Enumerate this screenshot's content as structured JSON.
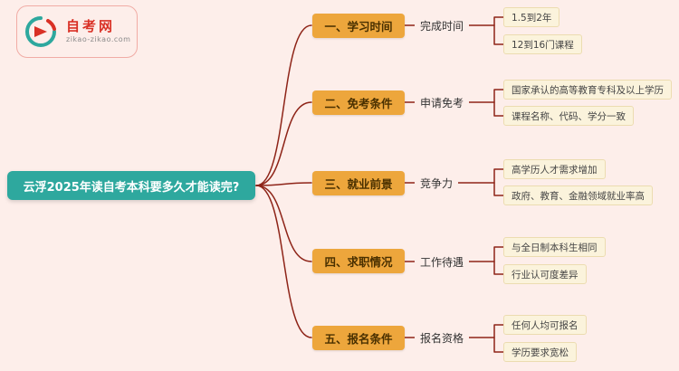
{
  "colors": {
    "bg": "#fdeeea",
    "teal": "#2ea89e",
    "orange": "#eda63c",
    "red": "#d93025",
    "line": "#8e2418",
    "leaf-bg": "#fbf3dc",
    "leaf-border": "#ecdcb0"
  },
  "logo": {
    "title": "自考网",
    "domain": "zikao-zikao.com",
    "icon": "zikao-logo-icon"
  },
  "main_topic": {
    "label": "云浮2025年读自考本科要多久才能读完?"
  },
  "branches": [
    {
      "title": "一、学习时间",
      "sub": "完成时间",
      "leaves": [
        "1.5到2年",
        "12到16门课程"
      ]
    },
    {
      "title": "二、免考条件",
      "sub": "申请免考",
      "leaves": [
        "国家承认的高等教育专科及以上学历",
        "课程名称、代码、学分一致"
      ]
    },
    {
      "title": "三、就业前景",
      "sub": "竞争力",
      "leaves": [
        "高学历人才需求增加",
        "政府、教育、金融领域就业率高"
      ]
    },
    {
      "title": "四、求职情况",
      "sub": "工作待遇",
      "leaves": [
        "与全日制本科生相同",
        "行业认可度差异"
      ]
    },
    {
      "title": "五、报名条件",
      "sub": "报名资格",
      "leaves": [
        "任何人均可报名",
        "学历要求宽松"
      ]
    }
  ]
}
